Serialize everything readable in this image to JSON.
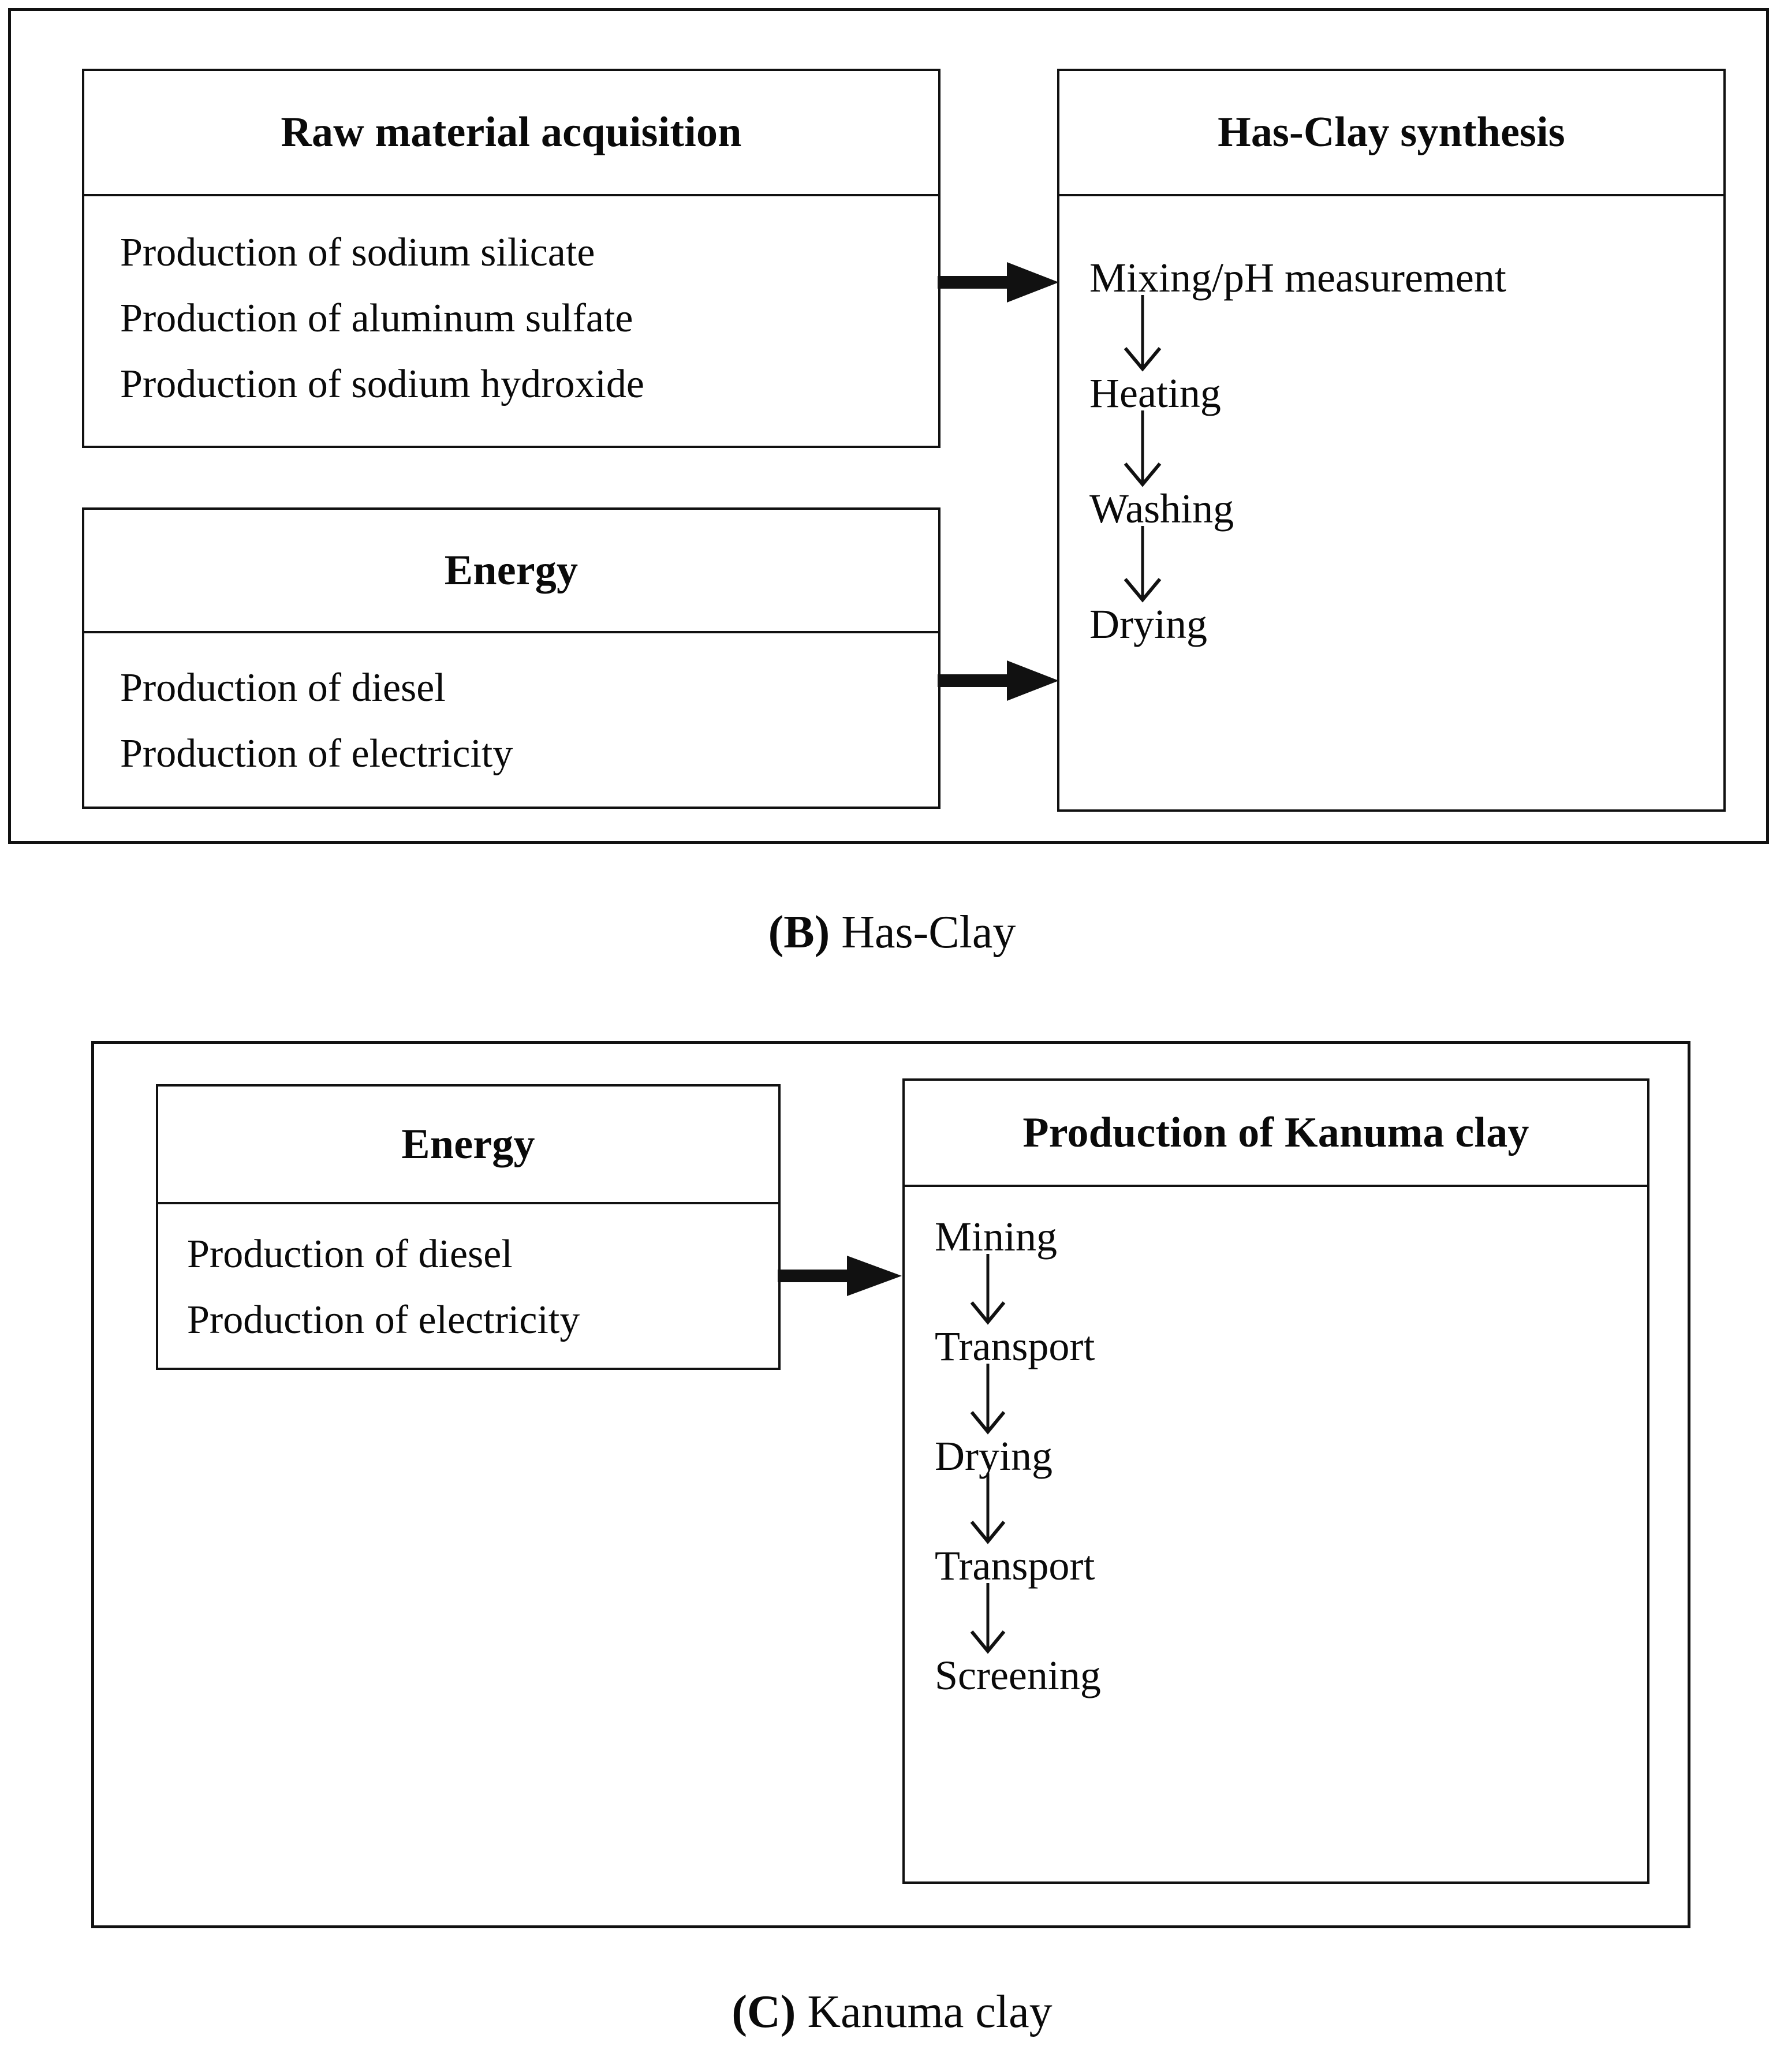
{
  "figure": {
    "panels": [
      {
        "id": "B",
        "caption_label": "(B)",
        "caption_prefix": "(",
        "caption_letter": "B",
        "caption_suffix": ")",
        "caption_text": "Has-Clay",
        "inputs": [
          {
            "title": "Raw material acquisition",
            "items": [
              "Production of sodium silicate",
              "Production of aluminum sulfate",
              "Production of sodium hydroxide"
            ]
          },
          {
            "title": "Energy",
            "items": [
              "Production of diesel",
              "Production of electricity"
            ]
          }
        ],
        "process": {
          "title": "Has-Clay synthesis",
          "steps": [
            "Mixing/pH measurement",
            "Heating",
            "Washing",
            "Drying"
          ]
        }
      },
      {
        "id": "C",
        "caption_label": "(C)",
        "caption_prefix": "(",
        "caption_letter": "C",
        "caption_suffix": ")",
        "caption_text": "Kanuma clay",
        "inputs": [
          {
            "title": "Energy",
            "items": [
              "Production of diesel",
              "Production of electricity"
            ]
          }
        ],
        "process": {
          "title": "Production of Kanuma clay",
          "steps": [
            "Mining",
            "Transport",
            "Drying",
            "Transport",
            "Screening"
          ]
        }
      }
    ]
  },
  "colors": {
    "line": "#111111",
    "text": "#0a0a0a",
    "background": "#ffffff"
  },
  "icons": {
    "flow_arrow_right": "thick-right-arrow",
    "flow_arrow_down": "thin-down-arrow"
  }
}
